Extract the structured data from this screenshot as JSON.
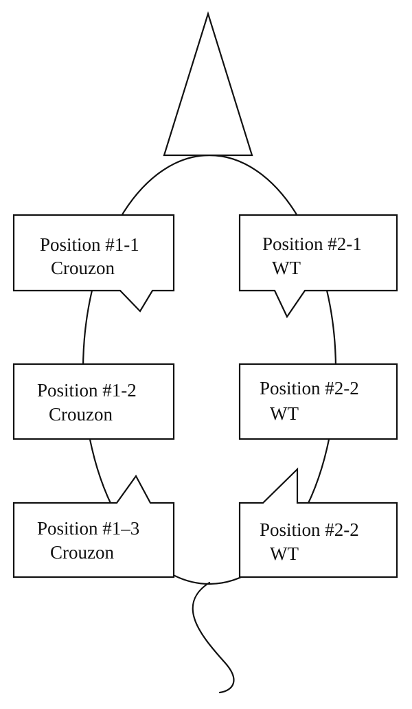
{
  "diagram": {
    "callouts": [
      {
        "position": "Position #1-1",
        "genotype": "Crouzon"
      },
      {
        "position": "Position #1-2",
        "genotype": "Crouzon"
      },
      {
        "position": "Position #1–3",
        "genotype": "Crouzon"
      },
      {
        "position": "Position #2-1",
        "genotype": "WT"
      },
      {
        "position": "Position #2-2",
        "genotype": "WT"
      },
      {
        "position": "Position #2-2",
        "genotype": "WT"
      }
    ]
  }
}
